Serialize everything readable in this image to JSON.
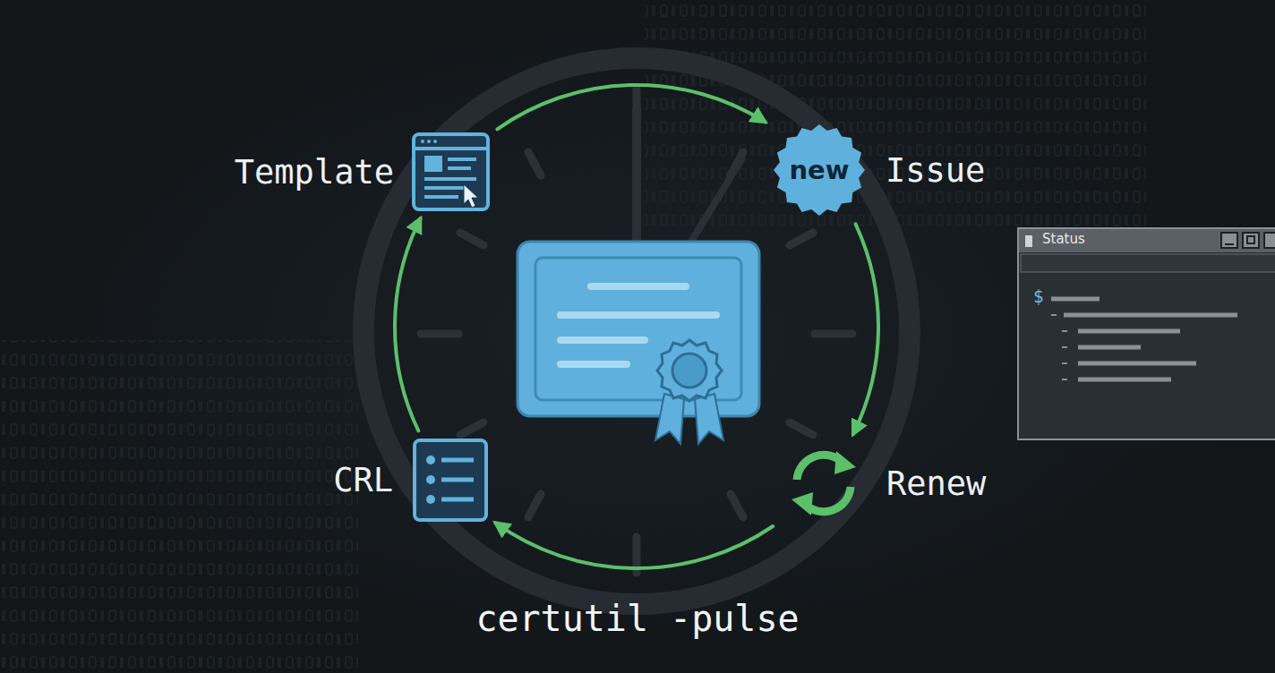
{
  "diagram": {
    "caption": "certutil -pulse",
    "nodes": [
      {
        "text": [
          "Template"
        ]
      },
      {
        "text": [
          "new",
          "Issue"
        ]
      },
      {
        "text": [
          "Renew"
        ]
      },
      {
        "text": [
          "CRL"
        ]
      },
      {
        "text": [
          "Status",
          "$"
        ]
      }
    ],
    "edges": [
      {
        "from": 0,
        "to": 1,
        "arrow": "to"
      },
      {
        "from": 1,
        "to": 2,
        "arrow": "to"
      },
      {
        "from": 2,
        "to": 3,
        "arrow": "to"
      },
      {
        "from": 3,
        "to": 0,
        "arrow": "to"
      }
    ]
  }
}
